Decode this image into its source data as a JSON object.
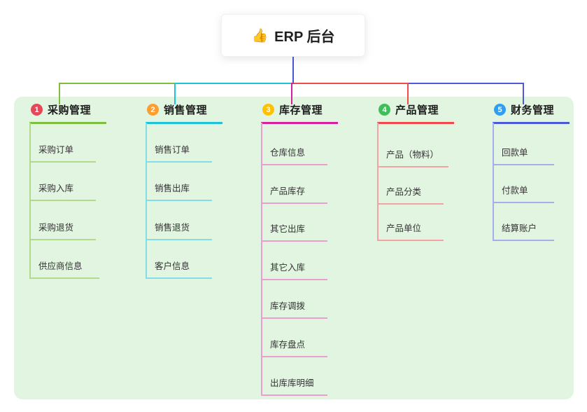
{
  "root": {
    "icon_char": "👍",
    "label": "ERP 后台"
  },
  "colors": {
    "canvas_background": "#ffffff",
    "map_background": "#e2f5e1",
    "root_connector": "#4456d7"
  },
  "branches": [
    {
      "num": "1",
      "label": "采购管理",
      "badge_color": "#e8475a",
      "line_color": "#7fbf3f",
      "child_line_color": "#b3da8c",
      "children": [
        "采购订单",
        "采购入库",
        "采购退货",
        "供应商信息"
      ]
    },
    {
      "num": "2",
      "label": "销售管理",
      "badge_color": "#ff9d2e",
      "line_color": "#1fc2d7",
      "child_line_color": "#84dce6",
      "children": [
        "销售订单",
        "销售出库",
        "销售退货",
        "客户信息"
      ]
    },
    {
      "num": "3",
      "label": "库存管理",
      "badge_color": "#ffc107",
      "line_color": "#d6219c",
      "child_line_color": "#ec9ed0",
      "children": [
        "仓库信息",
        "产品库存",
        "其它出库",
        "其它入库",
        "库存调拨",
        "库存盘点",
        "出库库明细"
      ]
    },
    {
      "num": "4",
      "label": "产品管理",
      "badge_color": "#3fbf5a",
      "line_color": "#ef4b4b",
      "child_line_color": "#f3a3a3",
      "children": [
        "产品（物料）",
        "产品分类",
        "产品单位"
      ]
    },
    {
      "num": "5",
      "label": "财务管理",
      "badge_color": "#2e9ff2",
      "line_color": "#4a5ad9",
      "child_line_color": "#a3aeea",
      "children": [
        "回款单",
        "付款单",
        "结算账户"
      ]
    }
  ]
}
